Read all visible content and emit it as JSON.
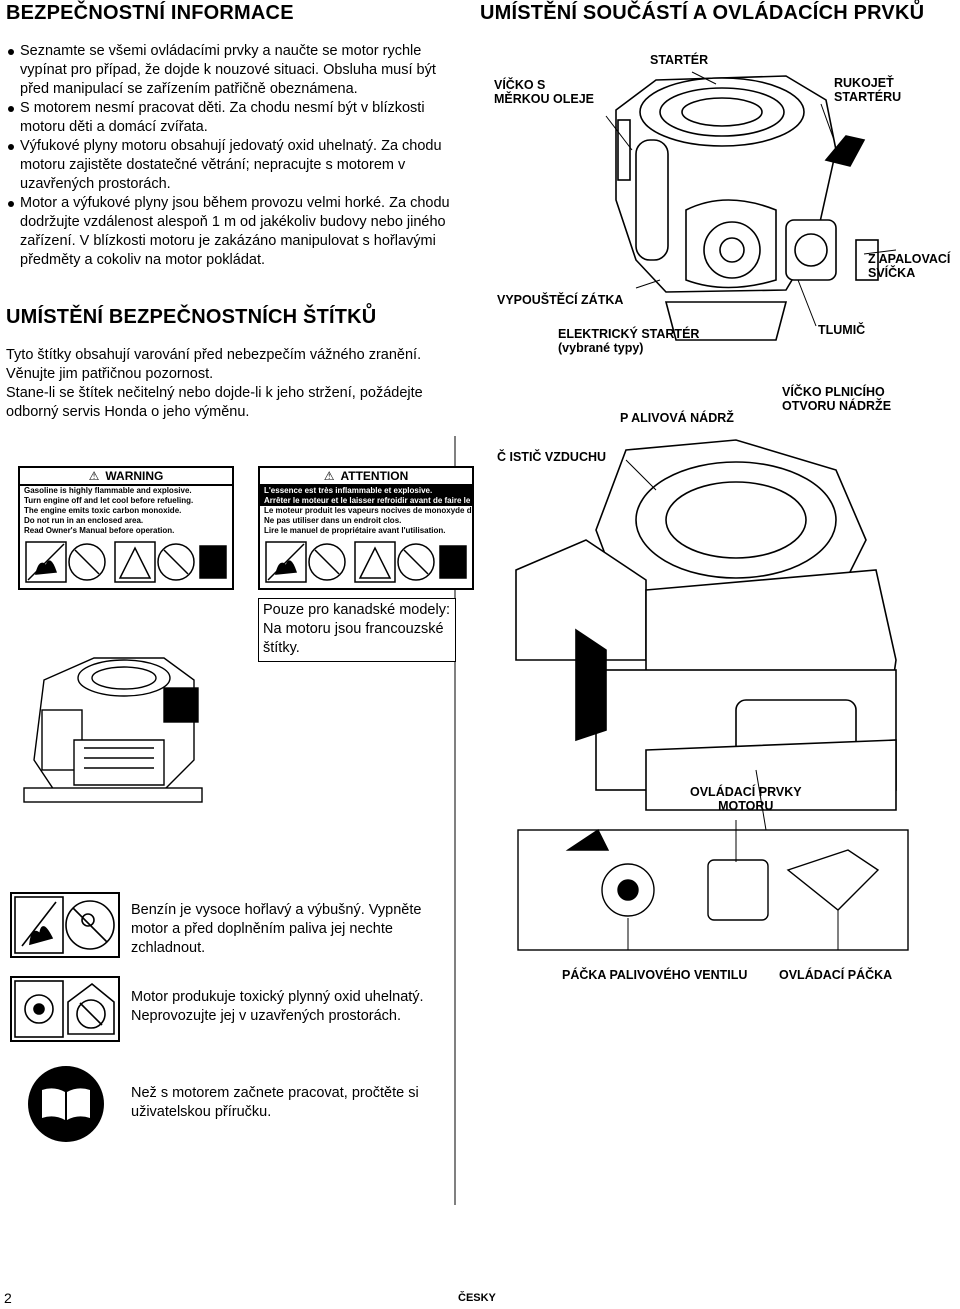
{
  "left": {
    "safety_title": "BEZPEČNOSTNÍ INFORMACE",
    "safety_bullets": [
      "Seznamte se všemi ovládacími prvky a naučte se motor rychle vypínat pro případ, že dojde k nouzové situaci. Obsluha musí být před manipulací se zařízením patřičně obeznámena.",
      "S motorem nesmí pracovat děti. Za chodu nesmí být v blízkosti motoru děti a domácí zvířata.",
      "Výfukové plyny motoru obsahují jedovatý oxid uhelnatý. Za chodu motoru zajistěte dostatečné větrání; nepracujte s motorem v uzavřených prostorách.",
      "Motor a výfukové plyny jsou během provozu velmi horké. Za chodu dodržujte vzdálenost alespoň 1 m od jakékoliv budovy nebo jiného zařízení. V blízkosti motoru je zakázáno manipulovat s hořlavými předměty a cokoliv na motor pokládat."
    ],
    "labels_title": "UMÍSTĚNÍ BEZPEČNOSTNÍCH ŠTÍTKŮ",
    "labels_para1": "Tyto štítky obsahují varování před nebezpečím vážného zranění. Věnujte jim patřičnou pozornost.",
    "labels_para2": "Stane-li se štítek nečitelný nebo dojde-li k jeho stržení, požádejte odborný servis Honda o jeho výměnu.",
    "warning_label": {
      "head": "WARNING",
      "lines": [
        "Gasoline is highly flammable and explosive.",
        "Turn engine off and let cool before refueling.",
        "The engine emits toxic carbon monoxide.",
        "Do not run in an enclosed area.",
        "Read Owner's Manual before operation."
      ]
    },
    "attention_label": {
      "head": "ATTENTION",
      "lines": [
        "L'essence est très inflammable et explosive.",
        "Arrêter le moteur et le laisser refroidir avant de faire le plein d'essence.",
        "Le moteur produit les vapeurs nocives de monoxyde de carbone.",
        "Ne pas utiliser dans un endroit clos.",
        "Lire le manuel de propriétaire avant l'utilisation."
      ]
    },
    "icon_rows": [
      {
        "icon": "fuel-fire-icon",
        "text": "Benzín je vysoce hořlavý a výbušný. Vypněte motor a před doplněním paliva jej nechte zchladnout."
      },
      {
        "icon": "carbon-monoxide-icon",
        "text": "Motor produkuje toxický plynný oxid uhelnatý. Neprovozujte jej v uzavřených prostorách."
      },
      {
        "icon": "manual-book-icon",
        "text": "Než s motorem začnete pracovat, pročtěte si uživatelskou příručku."
      }
    ]
  },
  "right": {
    "title": "UMÍSTĚNÍ SOUČÁSTÍ A OVLÁDACÍCH PRVKŮ",
    "callouts": {
      "oil_cap": "VÍČKO S\nMĚRKOU OLEJE",
      "starter": "STARTÉR",
      "starter_grip": "RUKOJEŤ\nSTARTÉRU",
      "spark_plug": "Z APALOVACÍ\nSVÍČKA",
      "drain_plug": "VYPOUŠTĚCÍ ZÁTKA",
      "electric_starter": "ELEKTRICKÝ STARTÉR\n(vybrané typy)",
      "muffler": "TLUMIČ",
      "fuel_tank": "P ALIVOVÁ NÁDRŽ",
      "fuel_cap": "VÍČKO PLNICÍHO\nOTVORU NÁDRŽE",
      "air_cleaner": "Č ISTIČ VZDUCHU",
      "engine_controls": "OVLÁDACÍ PRVKY\nMOTORU",
      "fuel_valve": "PÁČKA PALIVOVÉHO VENTILU",
      "control_lever": "OVLÁDACÍ PÁČKA"
    }
  },
  "canada_note": "Pouze pro kanadské modely:\nNa motoru jsou francouzské štítky.",
  "footer": {
    "page_number": "2",
    "language": "ČESKY"
  }
}
